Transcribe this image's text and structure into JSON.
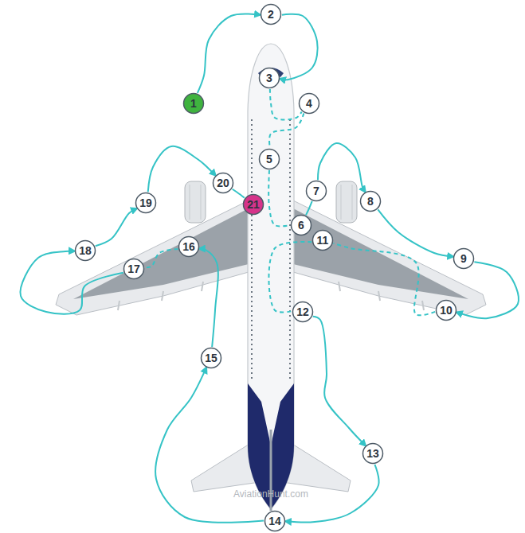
{
  "diagram": {
    "nodes": [
      {
        "text": [
          "1"
        ]
      },
      {
        "text": [
          "2"
        ]
      },
      {
        "text": [
          "3"
        ]
      },
      {
        "text": [
          "4"
        ]
      },
      {
        "text": [
          "5"
        ]
      },
      {
        "text": [
          "6"
        ]
      },
      {
        "text": [
          "7"
        ]
      },
      {
        "text": [
          "8"
        ]
      },
      {
        "text": [
          "9"
        ]
      },
      {
        "text": [
          "10"
        ]
      },
      {
        "text": [
          "11"
        ]
      },
      {
        "text": [
          "12"
        ]
      },
      {
        "text": [
          "13"
        ]
      },
      {
        "text": [
          "14"
        ]
      },
      {
        "text": [
          "15"
        ]
      },
      {
        "text": [
          "16"
        ]
      },
      {
        "text": [
          "17"
        ]
      },
      {
        "text": [
          "18"
        ]
      },
      {
        "text": [
          "19"
        ]
      },
      {
        "text": [
          "20"
        ]
      },
      {
        "text": [
          "21"
        ]
      }
    ],
    "edges": [
      {
        "from": 0,
        "to": 1,
        "arrow": "to"
      },
      {
        "from": 1,
        "to": 2,
        "arrow": "to"
      },
      {
        "from": 2,
        "to": 3,
        "arrow": "none"
      },
      {
        "from": 3,
        "to": 4,
        "arrow": "none"
      },
      {
        "from": 4,
        "to": 5,
        "arrow": "none"
      },
      {
        "from": 5,
        "to": 6,
        "arrow": "none"
      },
      {
        "from": 6,
        "to": 7,
        "arrow": "to"
      },
      {
        "from": 7,
        "to": 8,
        "arrow": "to"
      },
      {
        "from": 8,
        "to": 9,
        "arrow": "to"
      },
      {
        "from": 9,
        "to": 10,
        "arrow": "none"
      },
      {
        "from": 10,
        "to": 11,
        "arrow": "none"
      },
      {
        "from": 11,
        "to": 12,
        "arrow": "to"
      },
      {
        "from": 12,
        "to": 13,
        "arrow": "to"
      },
      {
        "from": 13,
        "to": 14,
        "arrow": "to"
      },
      {
        "from": 14,
        "to": 15,
        "arrow": "to"
      },
      {
        "from": 15,
        "to": 16,
        "arrow": "none"
      },
      {
        "from": 16,
        "to": 17,
        "arrow": "to"
      },
      {
        "from": 17,
        "to": 18,
        "arrow": "to"
      },
      {
        "from": 18,
        "to": 19,
        "arrow": "to"
      },
      {
        "from": 19,
        "to": 20,
        "arrow": "none"
      }
    ],
    "labels": [
      "AviationHunt.com"
    ]
  }
}
